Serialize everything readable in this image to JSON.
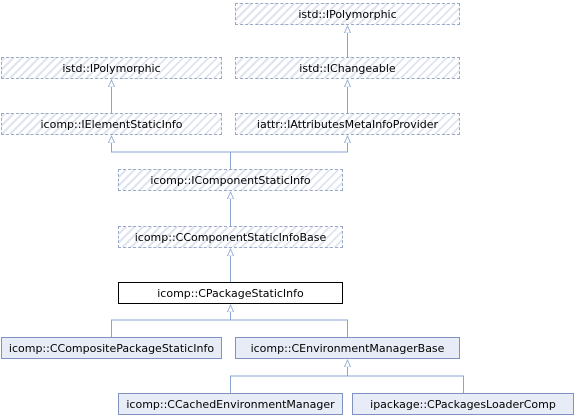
{
  "nodes": {
    "ipoly_top": "istd::IPolymorphic",
    "ipoly_left": "istd::IPolymorphic",
    "ichangeable": "istd::IChangeable",
    "ielement": "icomp::IElementStaticInfo",
    "iattrs": "iattr::IAttributesMetaInfoProvider",
    "icomponent": "icomp::IComponentStaticInfo",
    "ccomponentbase": "icomp::CComponentStaticInfoBase",
    "cpackage": "icomp::CPackageStaticInfo",
    "ccomposite": "icomp::CCompositePackageStaticInfo",
    "cenvbase": "icomp::CEnvironmentManagerBase",
    "ccached": "icomp::CCachedEnvironmentManager",
    "cloader": "ipackage::CPackagesLoaderComp"
  },
  "colors": {
    "edge": "#8aa4cf",
    "class_fill": "#e8ecf6",
    "class_border": "#7f93c1"
  }
}
